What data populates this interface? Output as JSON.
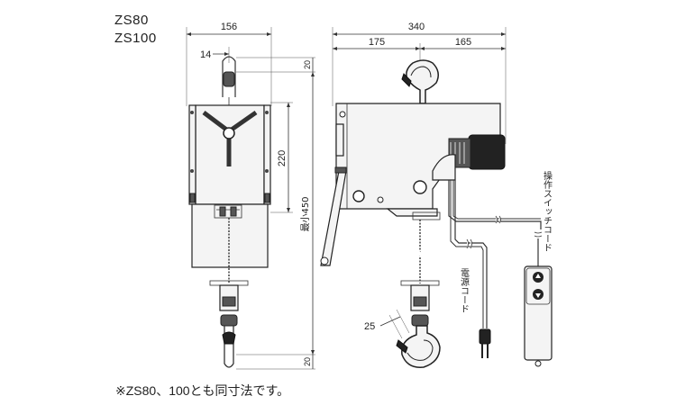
{
  "models": [
    "ZS80",
    "ZS100"
  ],
  "footnote": "※ZS80、100とも同寸法です。",
  "dimensions": {
    "front_width": "156",
    "hook_offset": "14",
    "top_gap": "20",
    "body_height": "220",
    "min_height": "最小450",
    "bottom_gap": "20",
    "side_total": "340",
    "side_left": "175",
    "side_right": "165",
    "hook_opening": "25"
  },
  "labels": {
    "switch_cord": "操作スイッチコード",
    "power_cord": "電源コード"
  }
}
